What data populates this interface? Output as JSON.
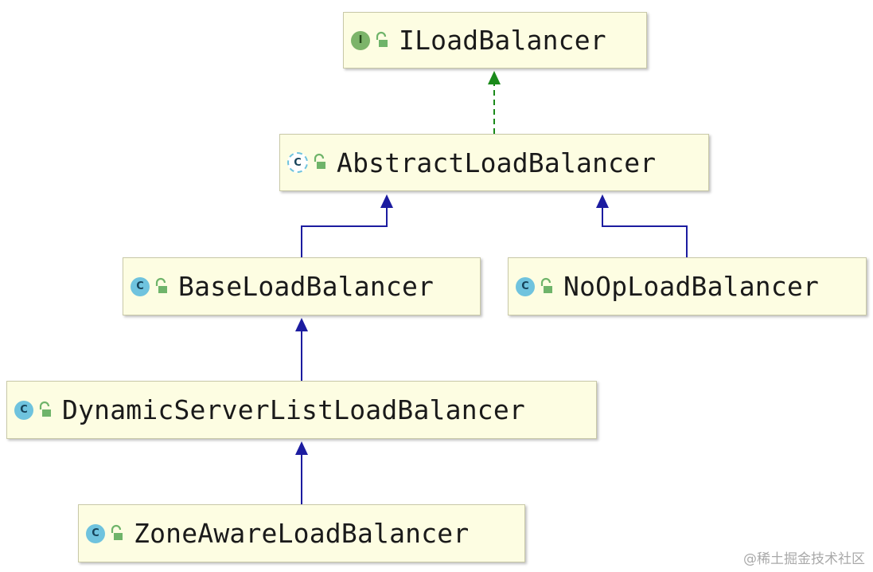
{
  "nodes": {
    "iloadbalancer": {
      "name": "ILoadBalancer",
      "kind_badge": "I",
      "kind": "interface"
    },
    "abstractloadbalancer": {
      "name": "AbstractLoadBalancer",
      "kind_badge": "C",
      "kind": "abstract-class"
    },
    "baseloadbalancer": {
      "name": "BaseLoadBalancer",
      "kind_badge": "C",
      "kind": "class"
    },
    "nooploadbalancer": {
      "name": "NoOpLoadBalancer",
      "kind_badge": "C",
      "kind": "class"
    },
    "dynamicserverlistloadbalancer": {
      "name": "DynamicServerListLoadBalancer",
      "kind_badge": "C",
      "kind": "class"
    },
    "zoneawareloadbalancer": {
      "name": "ZoneAwareLoadBalancer",
      "kind_badge": "C",
      "kind": "class"
    }
  },
  "edges": [
    {
      "from": "AbstractLoadBalancer",
      "to": "ILoadBalancer",
      "relation": "implements",
      "style": "dashed",
      "color": "#1a8a1a"
    },
    {
      "from": "BaseLoadBalancer",
      "to": "AbstractLoadBalancer",
      "relation": "extends",
      "style": "solid",
      "color": "#1c1ca0"
    },
    {
      "from": "NoOpLoadBalancer",
      "to": "AbstractLoadBalancer",
      "relation": "extends",
      "style": "solid",
      "color": "#1c1ca0"
    },
    {
      "from": "DynamicServerListLoadBalancer",
      "to": "BaseLoadBalancer",
      "relation": "extends",
      "style": "solid",
      "color": "#1c1ca0"
    },
    {
      "from": "ZoneAwareLoadBalancer",
      "to": "DynamicServerListLoadBalancer",
      "relation": "extends",
      "style": "solid",
      "color": "#1c1ca0"
    }
  ],
  "colors": {
    "node_fill": "#fdfde2",
    "interface_badge": "#7cb46a",
    "class_badge": "#6fc3de",
    "lock_icon": "#6fb46a"
  },
  "watermark": "@稀土掘金技术社区"
}
